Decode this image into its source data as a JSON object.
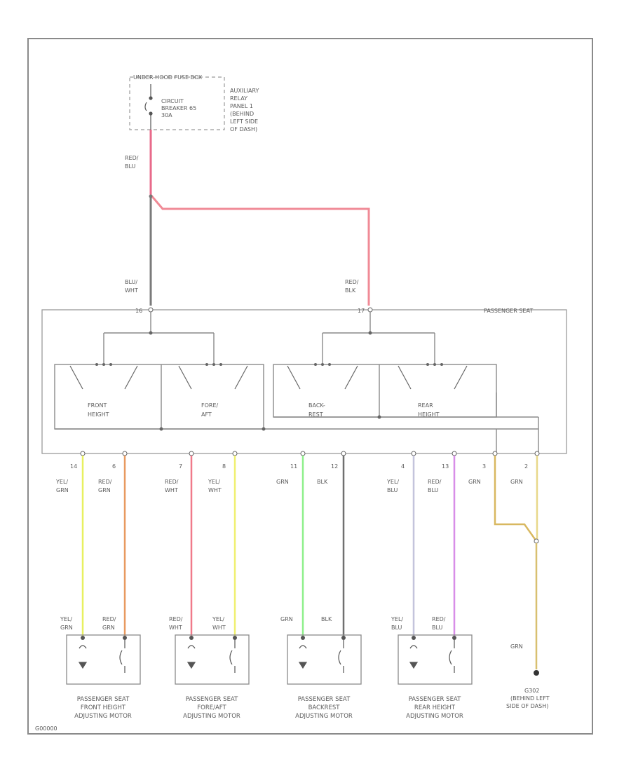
{
  "fuse": {
    "title": "UNDER-HOOD FUSE BOX",
    "cb_lines": [
      "CIRCUIT",
      "BREAKER 65",
      "30A"
    ],
    "panel_lines": [
      "AUXILIARY",
      "RELAY",
      "PANEL 1",
      "(BEHIND",
      "LEFT SIDE",
      "OF DASH)"
    ]
  },
  "harness": {
    "feed_wire": [
      "RED/",
      "BLU"
    ],
    "left_wire": [
      "BLU/",
      "WHT"
    ],
    "right_wire": [
      "RED/",
      "BLK"
    ],
    "left_pin": "16",
    "right_pin": "17"
  },
  "seat_box_label": "PASSENGER SEAT",
  "switches": [
    {
      "label": [
        "FRONT",
        "HEIGHT"
      ]
    },
    {
      "label": [
        "FORE/",
        "AFT"
      ]
    },
    {
      "label": [
        "BACK-",
        "REST"
      ]
    },
    {
      "label": [
        "REAR",
        "HEIGHT"
      ]
    }
  ],
  "pins": [
    {
      "num": "14",
      "wire": [
        "YEL/",
        "GRN"
      ],
      "color": "#e8f060"
    },
    {
      "num": "6",
      "wire": [
        "RED/",
        "GRN"
      ],
      "color": "#e89a60"
    },
    {
      "num": "7",
      "wire": [
        "RED/",
        "WHT"
      ],
      "color": "#f07a8a"
    },
    {
      "num": "8",
      "wire": [
        "YEL/",
        "WHT"
      ],
      "color": "#f0f070"
    },
    {
      "num": "11",
      "wire": [
        "GRN"
      ],
      "color": "#8ef08a"
    },
    {
      "num": "12",
      "wire": [
        "BLK"
      ],
      "color": "#707070"
    },
    {
      "num": "4",
      "wire": [
        "YEL/",
        "BLU"
      ],
      "color": "#c4c4dc"
    },
    {
      "num": "13",
      "wire": [
        "RED/",
        "BLU"
      ],
      "color": "#d88ee8"
    },
    {
      "num": "3",
      "wire": [
        "GRN"
      ],
      "color": "#d8b860"
    },
    {
      "num": "2",
      "wire": [
        "GRN"
      ],
      "color": "#e8d88a"
    }
  ],
  "motors": [
    {
      "name": [
        "PASSENGER SEAT",
        "FRONT HEIGHT",
        "ADJUSTING MOTOR"
      ],
      "wires": [
        [
          "YEL/",
          "GRN"
        ],
        [
          "RED/",
          "GRN"
        ]
      ]
    },
    {
      "name": [
        "PASSENGER SEAT",
        "FORE/AFT",
        "ADJUSTING MOTOR"
      ],
      "wires": [
        [
          "RED/",
          "WHT"
        ],
        [
          "YEL/",
          "WHT"
        ]
      ]
    },
    {
      "name": [
        "PASSENGER SEAT",
        "BACKREST",
        "ADJUSTING MOTOR"
      ],
      "wires": [
        [
          "GRN"
        ],
        [
          "BLK"
        ]
      ]
    },
    {
      "name": [
        "PASSENGER SEAT",
        "REAR HEIGHT",
        "ADJUSTING MOTOR"
      ],
      "wires": [
        [
          "YEL/",
          "BLU"
        ],
        [
          "RED/",
          "BLU"
        ]
      ]
    }
  ],
  "ground": {
    "wire": "GRN",
    "lines": [
      "G302",
      "(BEHIND LEFT",
      "SIDE OF DASH)"
    ]
  },
  "footer_id": "G00000"
}
